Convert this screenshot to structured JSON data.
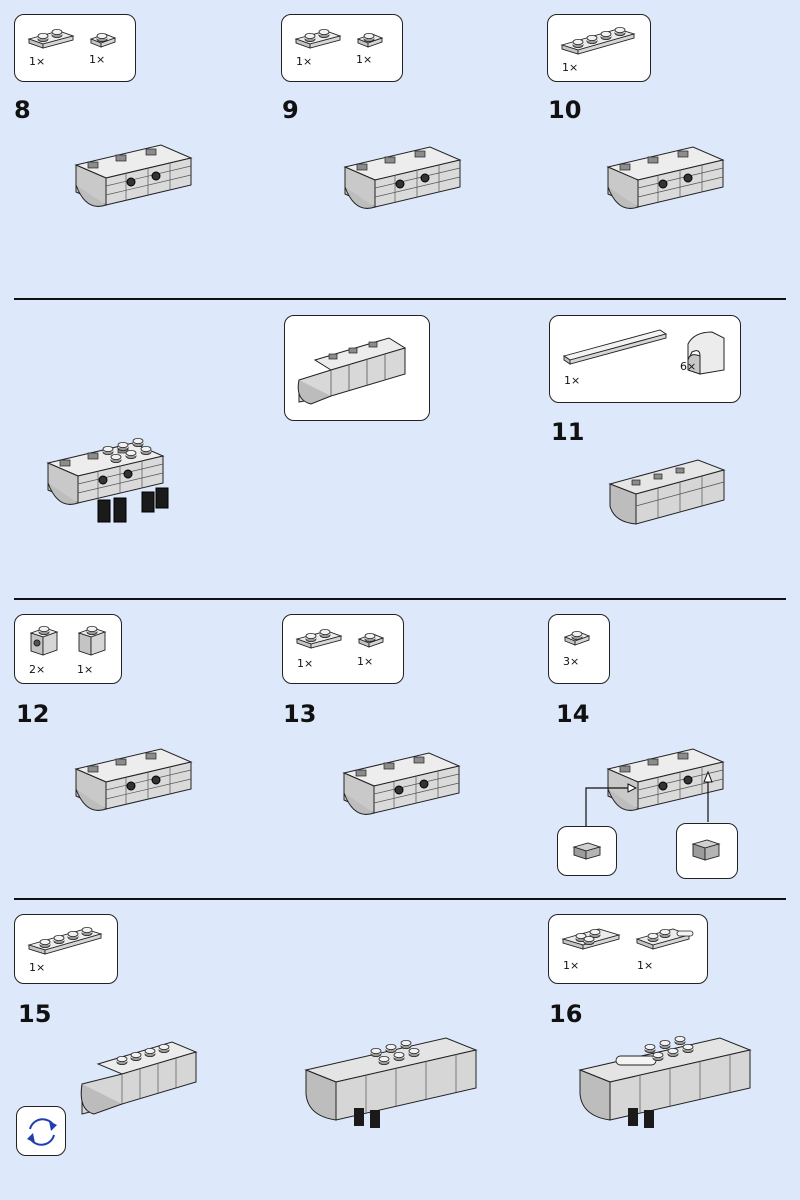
{
  "steps": [
    {
      "number": "8",
      "parts": [
        "1×",
        "1×"
      ]
    },
    {
      "number": "9",
      "parts": [
        "1×",
        "1×"
      ]
    },
    {
      "number": "10",
      "parts": [
        "1×"
      ]
    },
    {
      "number": "11",
      "parts": [
        "1×",
        "6×"
      ]
    },
    {
      "number": "12",
      "parts": [
        "2×",
        "1×"
      ]
    },
    {
      "number": "13",
      "parts": [
        "1×",
        "1×"
      ]
    },
    {
      "number": "14",
      "parts": [
        "3×"
      ]
    },
    {
      "number": "15",
      "parts": [
        "1×"
      ]
    },
    {
      "number": "16",
      "parts": [
        "1×",
        "1×"
      ]
    }
  ],
  "colors": {
    "background": "#dde9fb",
    "brick_light": "#e4e4e4",
    "brick_mid": "#c8c8c8",
    "brick_dark": "#8e8e8e",
    "black": "#1a1a1a"
  },
  "icons": {
    "rotate": "rotate-model-icon"
  }
}
